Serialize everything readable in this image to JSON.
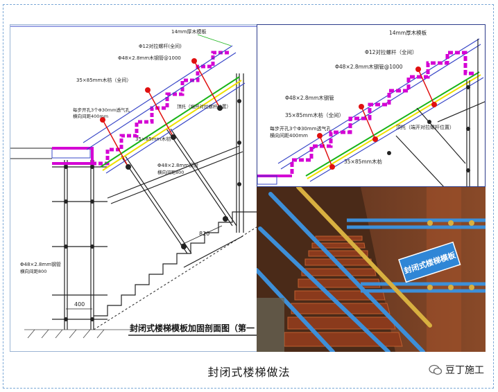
{
  "left_drawing": {
    "title": "封闭式楼梯模板加固剖面图（第一",
    "labels": {
      "board": "14mm厚木模板",
      "tie_rod": "Φ12对拉螺杆(全间)",
      "steel_tube": "Φ48×2.8mm木钢管@1000",
      "wood_batten": "35×85mm木枋（全间）",
      "vent": "每步开孔3个Φ30mm透气孔",
      "vent_spacing": "横向间距400mm",
      "nut": "顶托（端开对拉螺杆位置）",
      "wood_batten2": "35×85mm木枋",
      "steel_tube2": "Φ48×2.8mm钢管",
      "spacing1": "横向间距800",
      "steel_tube3": "Φ48×2.8mm钢管",
      "spacing2": "横向间距800",
      "dim_820": "820",
      "dim_400": "400"
    }
  },
  "right_drawing": {
    "labels": {
      "board": "14mm厚木模板",
      "tie_rod": "Φ12对拉螺杆（全间）",
      "steel_tube": "Φ48×2.8mm木钢管@1000",
      "steel_tube2": "Φ48×2.8mm木钢管",
      "wood_batten": "35×85mm木枋（全间）",
      "vent": "每步开孔3个Φ30mm透气孔",
      "vent_spacing": "横向间距400mm",
      "nut": "顶托（端开对拉螺杆位置）",
      "wood_batten2": "35×85mm木枋"
    }
  },
  "photo": {
    "sign_text": "封闭式楼梯模板"
  },
  "caption": "封闭式楼梯做法",
  "brand": "豆丁施工",
  "colors": {
    "magenta": "#d400d4",
    "steel_blue": "#3a48c8",
    "green": "#18b418",
    "yellow": "#f0e000",
    "red": "#e01010"
  }
}
